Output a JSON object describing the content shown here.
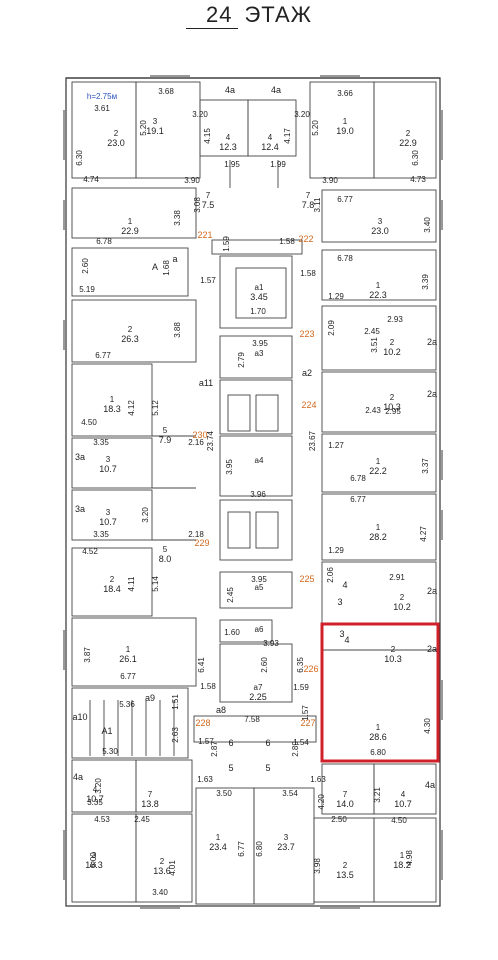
{
  "header": {
    "floor_number": "24",
    "floor_label": "ЭТАЖ"
  },
  "ceiling_height": "h=2.75м",
  "highlight_color": "#d0202a",
  "room_numbers": [
    "221",
    "222",
    "223",
    "224",
    "230",
    "229",
    "225",
    "226",
    "228",
    "227"
  ],
  "rooms": [
    {
      "num": "3",
      "area": "19.1"
    },
    {
      "num": "2",
      "area": "23.0"
    },
    {
      "num": "4",
      "area": "12.3"
    },
    {
      "num": "4",
      "area": "12.4"
    },
    {
      "num": "1",
      "area": "19.0"
    },
    {
      "num": "2",
      "area": "22.9"
    },
    {
      "num": "1",
      "area": "22.9"
    },
    {
      "num": "3",
      "area": "23.0"
    },
    {
      "num": "1",
      "area": "22.3"
    },
    {
      "num": "2",
      "area": "26.3"
    },
    {
      "num": "2",
      "area": "10.2"
    },
    {
      "num": "2",
      "area": "10.3"
    },
    {
      "num": "1",
      "area": "18.3"
    },
    {
      "num": "5",
      "area": "7.9"
    },
    {
      "num": "3",
      "area": "10.7"
    },
    {
      "num": "3",
      "area": "10.7"
    },
    {
      "num": "1",
      "area": "22.2"
    },
    {
      "num": "1",
      "area": "28.2"
    },
    {
      "num": "2",
      "area": "18.4"
    },
    {
      "num": "5",
      "area": "8.0"
    },
    {
      "num": "2",
      "area": "10.2"
    },
    {
      "num": "1",
      "area": "26.1"
    },
    {
      "num": "2",
      "area": "10.3"
    },
    {
      "num": "1",
      "area": "28.6"
    },
    {
      "num": "4",
      "area": "10.7"
    },
    {
      "num": "7",
      "area": "13.8"
    },
    {
      "num": "1",
      "area": "23.4"
    },
    {
      "num": "3",
      "area": "23.7"
    },
    {
      "num": "7",
      "area": "14.0"
    },
    {
      "num": "4",
      "area": "10.7"
    },
    {
      "num": "3",
      "area": "18.3"
    },
    {
      "num": "2",
      "area": "13.6"
    },
    {
      "num": "2",
      "area": "13.5"
    },
    {
      "num": "1",
      "area": "18.2"
    },
    {
      "num": "7",
      "area": "7.5"
    },
    {
      "num": "7",
      "area": "7.8"
    },
    {
      "num": "a1",
      "area": "3.45"
    },
    {
      "num": "a3",
      "area": ""
    },
    {
      "num": "a4",
      "area": ""
    },
    {
      "num": "a5",
      "area": ""
    },
    {
      "num": "a6",
      "area": ""
    },
    {
      "num": "a7",
      "area": "2.25"
    }
  ],
  "tags": [
    "4a",
    "4a",
    "A",
    "a",
    "a11",
    "a2",
    "3a",
    "3a",
    "2a",
    "2a",
    "2a",
    "2a",
    "a9",
    "a10",
    "A1",
    "a8",
    "4a",
    "4a",
    "6",
    "6",
    "5",
    "5",
    "3",
    "3",
    "4",
    "4"
  ],
  "dimensions": [
    "3.68",
    "3.61",
    "3.20",
    "3.20",
    "3.66",
    "5.20",
    "5.20",
    "4.15",
    "4.17",
    "6.30",
    "6.30",
    "4.74",
    "3.90",
    "1.95",
    "1.99",
    "3.90",
    "4.73",
    "3.08",
    "3.11",
    "6.77",
    "6.78",
    "3.38",
    "3.40",
    "1.59",
    "1.58",
    "2.60",
    "1.68",
    "5.19",
    "1.57",
    "1.70",
    "1.58",
    "6.78",
    "3.39",
    "1.29",
    "3.88",
    "2.09",
    "2.45",
    "2.93",
    "3.51",
    "6.77",
    "3.95",
    "2.79",
    "4.12",
    "5.12",
    "4.50",
    "2.95",
    "2.43",
    "3.35",
    "2.16",
    "23.74",
    "23.67",
    "1.27",
    "3.37",
    "3.20",
    "3.95",
    "3.96",
    "6.78",
    "6.77",
    "2.18",
    "3.35",
    "4.27",
    "4.52",
    "5.14",
    "4.11",
    "1.29",
    "2.06",
    "2.91",
    "2.45",
    "3.95",
    "3.87",
    "1.60",
    "3.93",
    "6.41",
    "6.35",
    "2.60",
    "1.58",
    "1.59",
    "6.77",
    "5.36",
    "1.51",
    "2.63",
    "5.30",
    "7.58",
    "1.57",
    "1.57",
    "1.54",
    "4.30",
    "6.80",
    "2.87",
    "2.89",
    "1.63",
    "3.50",
    "3.54",
    "1.63",
    "3.20",
    "3.35",
    "2.45",
    "4.53",
    "4.20",
    "2.50",
    "3.21",
    "4.50",
    "5.00",
    "4.01",
    "6.77",
    "6.80",
    "3.98",
    "4.98",
    "3.40"
  ]
}
